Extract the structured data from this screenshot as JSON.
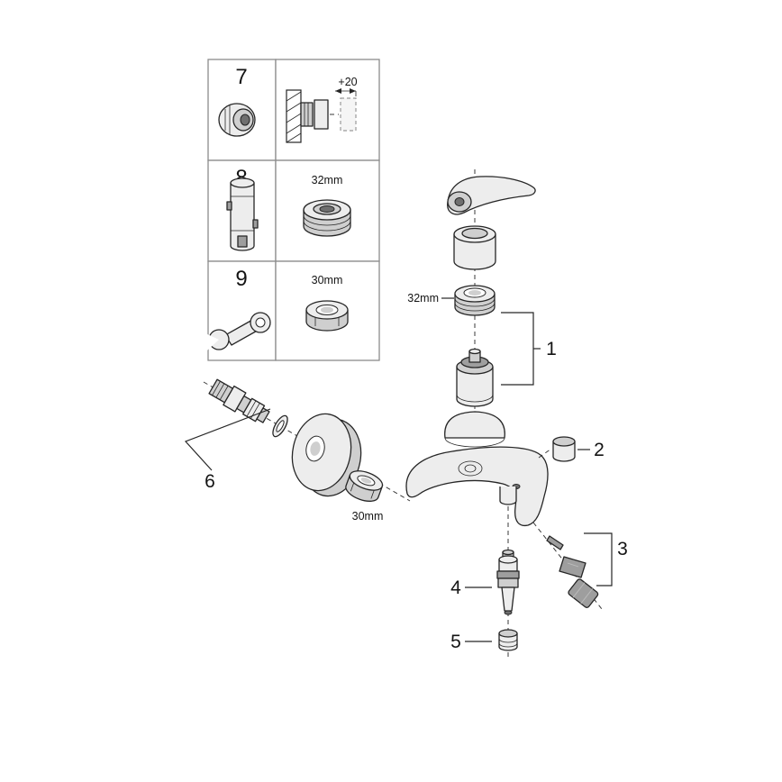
{
  "colors": {
    "background": "#ffffff",
    "line": "#262626",
    "fill_light": "#ededed",
    "fill_mid": "#cfcfcf",
    "fill_dark": "#9e9e9e"
  },
  "table": {
    "rows": [
      {
        "number": "7",
        "annotation": "+20",
        "left_icon": "coupling-adapter-icon",
        "right_icon": "wall-extension-diagram"
      },
      {
        "number": "8",
        "annotation": "32mm",
        "left_icon": "socket-tool-icon",
        "right_icon": "threaded-adapter-icon"
      },
      {
        "number": "9",
        "annotation": "30mm",
        "left_icon": "wrench-icon",
        "right_icon": "hex-nut-icon"
      }
    ]
  },
  "callouts": {
    "c1": "1",
    "c2": "2",
    "c3": "3",
    "c4": "4",
    "c5": "5",
    "c6": "6",
    "ring_size": "32mm",
    "nut_size": "30mm"
  }
}
